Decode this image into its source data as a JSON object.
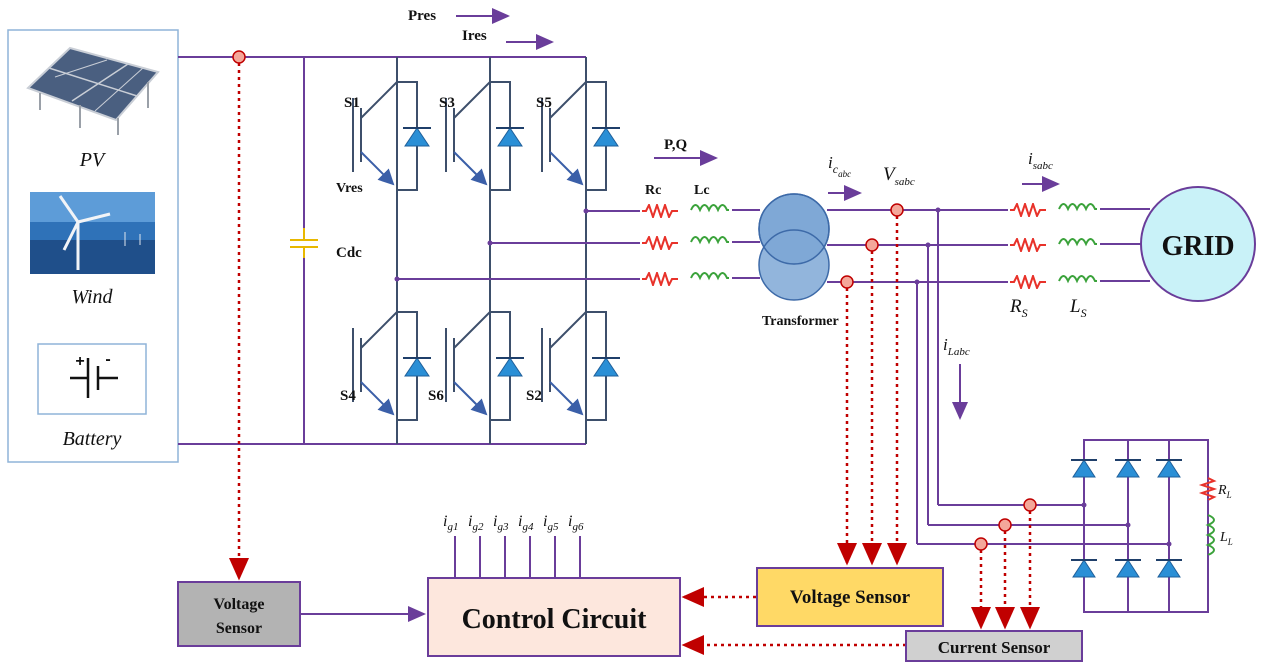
{
  "sources": {
    "pv": "PV",
    "wind": "Wind",
    "battery": "Battery"
  },
  "labels": {
    "pres": "Pres",
    "ires": "Ires",
    "vres": "Vres",
    "pq": "P,Q",
    "cdc": "Cdc",
    "s1": "S1",
    "s3": "S3",
    "s5": "S5",
    "s4": "S4",
    "s6": "S6",
    "s2": "S2",
    "rc": "Rc",
    "lc": "Lc",
    "transformer": "Transformer",
    "grid": "GRID",
    "rs": "R",
    "rs_sub": "S",
    "ls": "L",
    "ls_sub": "S",
    "ic": "i",
    "ic_sub": "c",
    "ic_subsub": "abc",
    "vs": "V",
    "vs_sub": "sabc",
    "is": "i",
    "is_sub": "sabc",
    "il": "i",
    "il_sub": "Labc",
    "rl": "R",
    "rl_sub": "L",
    "ll": "L",
    "ll_sub": "L"
  },
  "gate_signals": [
    {
      "main": "i",
      "sub": "g1"
    },
    {
      "main": "i",
      "sub": "g2"
    },
    {
      "main": "i",
      "sub": "g3"
    },
    {
      "main": "i",
      "sub": "g4"
    },
    {
      "main": "i",
      "sub": "g5"
    },
    {
      "main": "i",
      "sub": "g6"
    }
  ],
  "blocks": {
    "voltage_sensor_left": {
      "line1": "Voltage",
      "line2": "Sensor",
      "fill": "#b3b3b3"
    },
    "control_circuit": {
      "label": "Control Circuit",
      "fill": "#fde7dd"
    },
    "voltage_sensor_right": {
      "label": "Voltage Sensor",
      "fill": "#ffd966"
    },
    "current_sensor": {
      "label": "Current Sensor",
      "fill": "#d0d0d0"
    }
  },
  "colors": {
    "wire": "#6a3d9a",
    "igbt": "#3d4f6b",
    "diode": "#2a8fd6",
    "resistor": "#e8322a",
    "inductor": "#3aa23a",
    "signal": "#c00000",
    "grid_fill": "#c9f2f8",
    "transformer": "#7fa8d6",
    "cap": "#e8b800"
  }
}
